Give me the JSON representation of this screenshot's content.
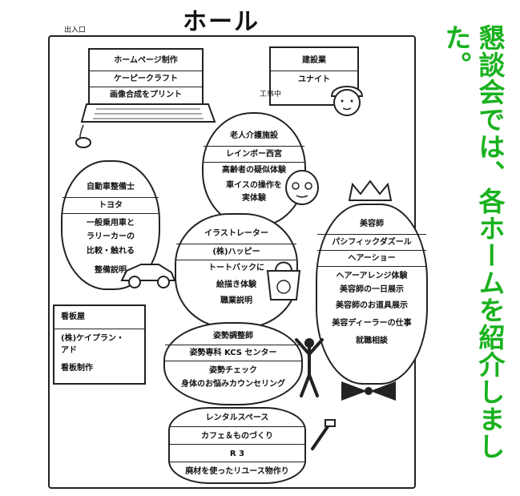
{
  "page": {
    "title": "ホール",
    "entrance": "出入口",
    "message": "懇談会では、各ホームを紹介しました。",
    "message_color": "#19b11e"
  },
  "booths": {
    "computer": {
      "lines": [
        "ホームページ制作",
        "ケーピークラフト",
        "画像合成をプリント"
      ]
    },
    "construction": {
      "lines": [
        "建設業",
        "ユナイト",
        "工事中"
      ]
    },
    "care": {
      "lines": [
        "老人介護施設",
        "レインボー西宮",
        "高齢者の疑似体験",
        "車イスの操作を",
        "実体験"
      ]
    },
    "mechanic": {
      "lines": [
        "自動車整備士",
        "トヨタ",
        "一般乗用車と",
        "ラリーカーの",
        "比較・触れる",
        "整備説明"
      ]
    },
    "illustrator": {
      "lines": [
        "イラストレーター",
        "(株)ハッピー",
        "トートバックに",
        "絵描き体験",
        "職業説明"
      ]
    },
    "beauty": {
      "lines": [
        "美容師",
        "パシフィックダズール",
        "ヘアーショー",
        "ヘアーアレンジ体験",
        "美容師の一日展示",
        "美容師のお道具展示",
        "美容ディーラーの仕事",
        "就職相談"
      ]
    },
    "sign": {
      "lines": [
        "看板屋",
        "(株)ケイプラン・",
        "アド",
        "看板制作"
      ]
    },
    "posture": {
      "lines": [
        "姿勢調整師",
        "姿勢専科 KCS センター",
        "姿勢チェック",
        "身体のお悩みカウンセリング"
      ]
    },
    "rental": {
      "lines": [
        "レンタルスペース",
        "カフェ＆ものづくり",
        "R 3",
        "廃材を使ったリユース物作り"
      ]
    }
  }
}
